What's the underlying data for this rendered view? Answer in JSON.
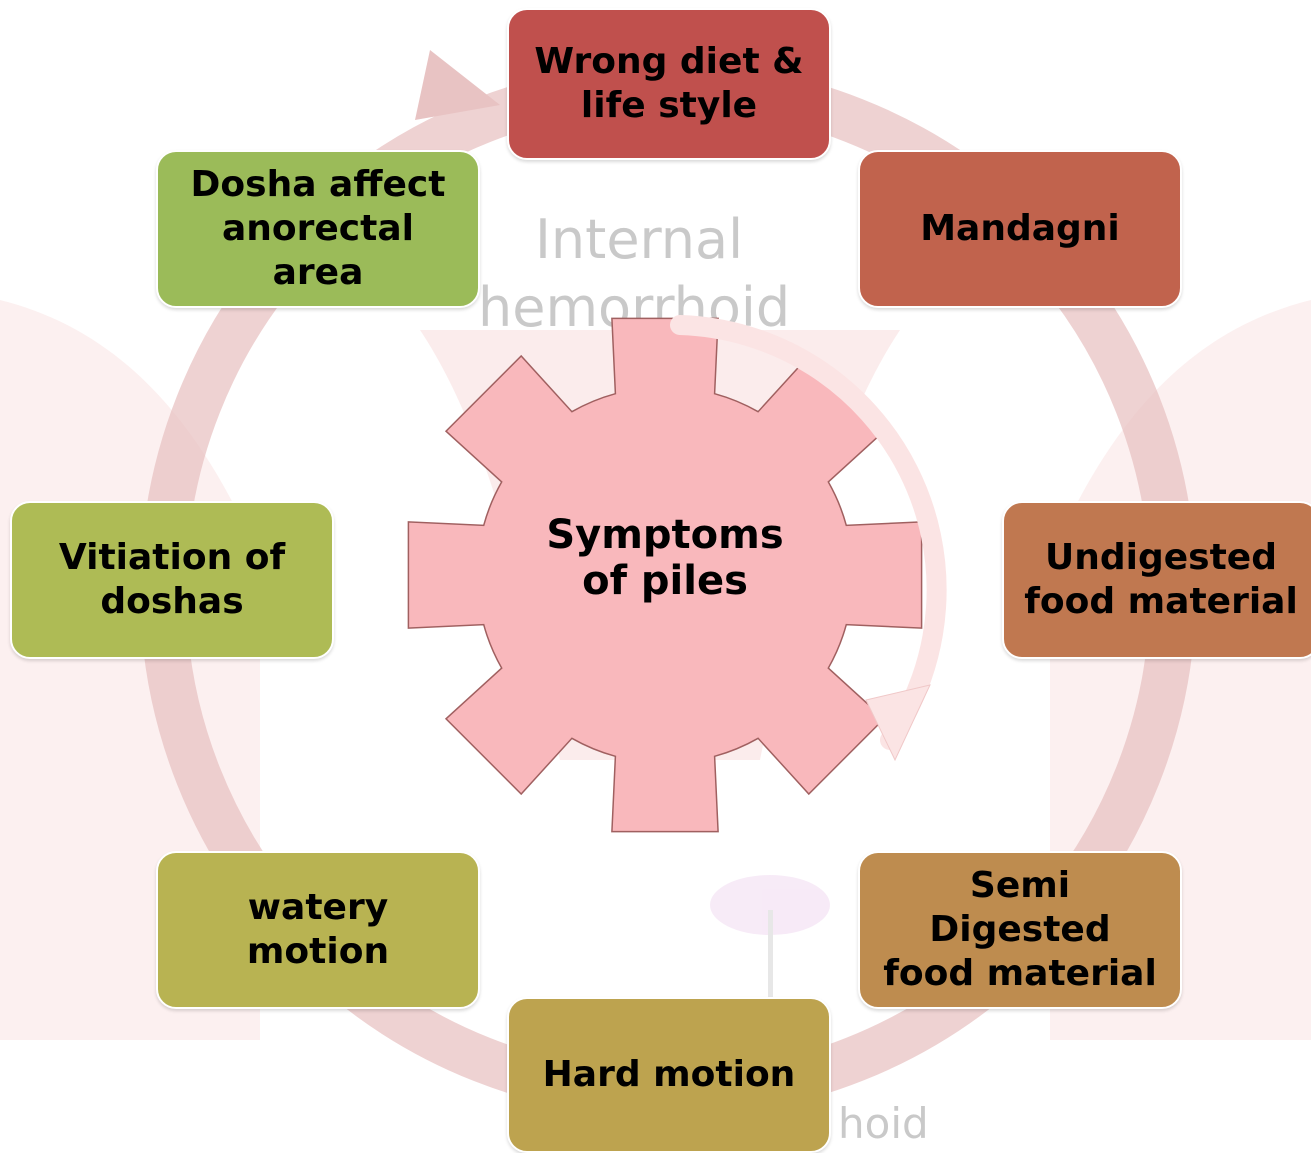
{
  "background_text": {
    "line1": "Internal",
    "line2": "hemorrhoid",
    "line3": "hoid"
  },
  "center": {
    "lines": [
      "Symptoms",
      "of  piles"
    ],
    "color": "#f9b8bc"
  },
  "cycle_color": "#e8c3c3",
  "nodes": [
    {
      "id": "wrong-diet",
      "lines": [
        "Wrong diet &",
        "life style"
      ],
      "color": "#c0504d"
    },
    {
      "id": "mandagni",
      "lines": [
        "Mandagni"
      ],
      "color": "#c1634d"
    },
    {
      "id": "undigested",
      "lines": [
        "Undigested",
        "food material"
      ],
      "color": "#c07850"
    },
    {
      "id": "semi-digested",
      "lines": [
        "Semi",
        "Digested",
        "food material"
      ],
      "color": "#be8c4f"
    },
    {
      "id": "hard-motion",
      "lines": [
        "Hard motion"
      ],
      "color": "#bda34f"
    },
    {
      "id": "watery-motion",
      "lines": [
        "watery",
        "motion"
      ],
      "color": "#b8b352"
    },
    {
      "id": "vitiation",
      "lines": [
        "Vitiation of",
        "doshas"
      ],
      "color": "#aebb55"
    },
    {
      "id": "dosha-affect",
      "lines": [
        "Dosha  affect",
        "anorectal",
        "area"
      ],
      "color": "#9bbb59"
    }
  ]
}
